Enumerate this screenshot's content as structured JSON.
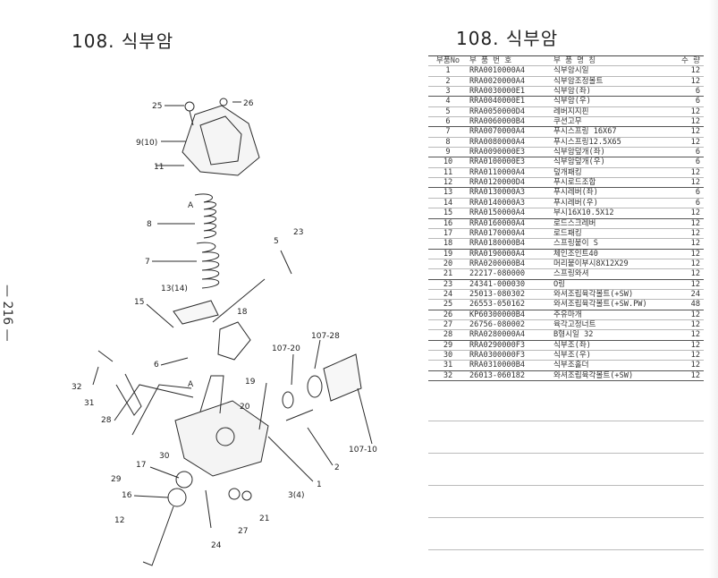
{
  "left_title": "108. 식부암",
  "page_number": "— 216 —",
  "right_title": "108. 식부암",
  "table_header": {
    "no": "부품No",
    "code": "부 품 번 호",
    "name": "부 품 명 칭",
    "qty": "수 량"
  },
  "rows": [
    {
      "no": "1",
      "code": "RRA0010000A4",
      "name": "식부암시일",
      "qty": "12"
    },
    {
      "no": "2",
      "code": "RRA0020000A4",
      "name": "식부암조정볼트",
      "qty": "12"
    },
    {
      "no": "3",
      "code": "RRA0030000E1",
      "name": "식부암(좌)",
      "qty": "6"
    },
    {
      "no": "4",
      "code": "RRA0040000E1",
      "name": "식부암(우)",
      "qty": "6"
    },
    {
      "no": "5",
      "code": "RRA0050000D4",
      "name": "레버지지핀",
      "qty": "12"
    },
    {
      "no": "6",
      "code": "RRA0060000B4",
      "name": "쿠션고무",
      "qty": "12"
    },
    {
      "no": "7",
      "code": "RRA0070000A4",
      "name": "푸시스프링 16X67",
      "qty": "12"
    },
    {
      "no": "8",
      "code": "RRA0080000A4",
      "name": "푸시스프링12.5X65",
      "qty": "12"
    },
    {
      "no": "9",
      "code": "RRA0090000E3",
      "name": "식부암덮개(좌)",
      "qty": "6"
    },
    {
      "no": "10",
      "code": "RRA0100000E3",
      "name": "식부암덮개(우)",
      "qty": "6"
    },
    {
      "no": "11",
      "code": "RRA0110000A4",
      "name": "덮개패킹",
      "qty": "12"
    },
    {
      "no": "12",
      "code": "RRA0120000D4",
      "name": "푸시로드조합",
      "qty": "12"
    },
    {
      "no": "13",
      "code": "RRA0130000A3",
      "name": "푸시레버(좌)",
      "qty": "6"
    },
    {
      "no": "14",
      "code": "RRA0140000A3",
      "name": "푸시레버(우)",
      "qty": "6"
    },
    {
      "no": "15",
      "code": "RRA0150000A4",
      "name": "부시16X10.5X12",
      "qty": "12"
    },
    {
      "no": "16",
      "code": "RRA0160000A4",
      "name": "로드스크레버",
      "qty": "12"
    },
    {
      "no": "17",
      "code": "RRA0170000A4",
      "name": "로드패킹",
      "qty": "12"
    },
    {
      "no": "18",
      "code": "RRA0180000B4",
      "name": "스프링붙이 S",
      "qty": "12"
    },
    {
      "no": "19",
      "code": "RRA0190000A4",
      "name": "체인조인트40",
      "qty": "12"
    },
    {
      "no": "20",
      "code": "RRA0200000B4",
      "name": "머리붙이부시8X12X29",
      "qty": "12"
    },
    {
      "no": "21",
      "code": "22217-080000",
      "name": "스프링와셔",
      "qty": "12"
    },
    {
      "no": "23",
      "code": "24341-000030",
      "name": "O링",
      "qty": "12"
    },
    {
      "no": "24",
      "code": "25013-080302",
      "name": "와셔조립육각볼트(+SW)",
      "qty": "24"
    },
    {
      "no": "25",
      "code": "26553-050162",
      "name": "와셔조립육각볼트(+SW.PW)",
      "qty": "48"
    },
    {
      "no": "26",
      "code": "KP60300000B4",
      "name": "주유마개",
      "qty": "12"
    },
    {
      "no": "27",
      "code": "26756-080002",
      "name": "육각고정너트",
      "qty": "12"
    },
    {
      "no": "28",
      "code": "RRA0280000A4",
      "name": "B형시일 32",
      "qty": "12"
    },
    {
      "no": "29",
      "code": "RRA0290000F3",
      "name": "식부조(좌)",
      "qty": "12"
    },
    {
      "no": "30",
      "code": "RRA0300000F3",
      "name": "식부조(우)",
      "qty": "12"
    },
    {
      "no": "31",
      "code": "RRA0310000B4",
      "name": "식부조홀더",
      "qty": "12"
    },
    {
      "no": "32",
      "code": "26013-060182",
      "name": "와셔조립육각볼트(+SW)",
      "qty": "12"
    }
  ],
  "callouts": [
    "25",
    "26",
    "9(10)",
    "11",
    "A",
    "8",
    "7",
    "5",
    "23",
    "13(14)",
    "15",
    "18",
    "6",
    "107-20",
    "107-28",
    "32",
    "31",
    "28",
    "A",
    "20",
    "19",
    "107-10",
    "2",
    "30",
    "29",
    "17",
    "16",
    "3(4)",
    "1",
    "21",
    "27",
    "12",
    "24"
  ]
}
